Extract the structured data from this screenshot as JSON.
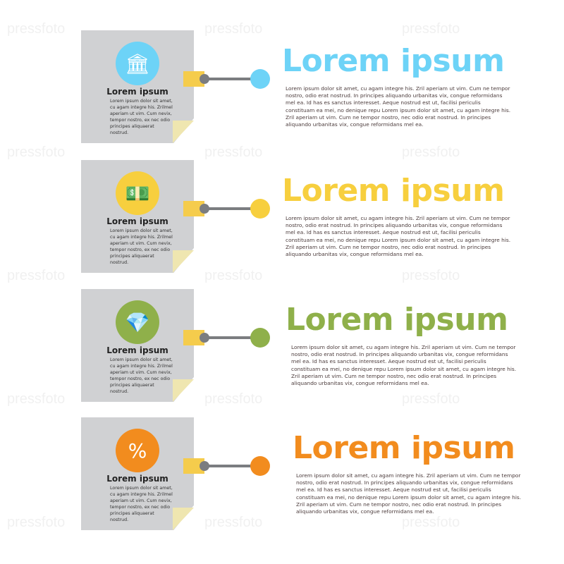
{
  "watermark": "pressfoto",
  "sections": [
    {
      "color": "#6dd3f7",
      "icon": "bank-building-icon",
      "glyph": "🏛",
      "card_title": "Lorem ipsum",
      "card_text": "Lorem ipsum dolor sit amet, cu agam integre his. Zrilmel aperiam ut vim. Cum nevix, tempor nostro, ex nec odio principes aliquaerat nostrud.",
      "title": "Lorem ipsum",
      "text": "Lorem ipsum dolor sit amet, cu agam integre his. Zril aperiam ut vim. Cum ne tempor nostro, odio erat nostrud. In principes aliquando urbanitas vix, congue reformidans mel ea. Id has es sanctus interesset. Aeque nostrud est ut, facilisi periculis constituam ea mei, no denique repu Lorem ipsum dolor sit amet, cu agam integre his. Zril aperiam ut vim. Cum ne tempor nostro, nec odio erat nostrud. In principes aliquando urbanitas vix, congue reformidans mel ea."
    },
    {
      "color": "#f7cf3e",
      "icon": "money-bills-icon",
      "glyph": "💵",
      "card_title": "Lorem ipsum",
      "card_text": "Lorem ipsum dolor sit amet, cu agam integre his. Zrilmel aperiam ut vim. Cum nevix, tempor nostro, ex nec odio principes aliquaerat nostrud.",
      "title": "Lorem ipsum",
      "text": "Lorem ipsum dolor sit amet, cu agam integre his. Zril aperiam ut vim. Cum ne tempor nostro, odio erat nostrud. In principes aliquando urbanitas vix, congue reformidans mel ea. Id has es sanctus interesset. Aeque nostrud est ut, facilisi periculis constituam ea mei, no denique repu Lorem ipsum dolor sit amet, cu agam integre his. Zril aperiam ut vim. Cum ne tempor nostro, nec odio erat nostrud. In principes aliquando urbanitas vix, congue reformidans mel ea."
    },
    {
      "color": "#8fb04a",
      "icon": "diamond-icon",
      "glyph": "💎",
      "card_title": "Lorem ipsum",
      "card_text": "Lorem ipsum dolor sit amet, cu agam integre his. Zrilmel aperiam ut vim. Cum nevix, tempor nostro, ex nec odio principes aliquaerat nostrud.",
      "title": "Lorem ipsum",
      "text": "Lorem ipsum dolor sit amet, cu agam integre his. Zril aperiam ut vim. Cum ne tempor nostro, odio erat nostrud. In principes aliquando urbanitas vix, congue reformidans mel ea. Id has es sanctus interesset. Aeque nostrud est ut, facilisi periculis constituam ea mei, no denique repu Lorem ipsum dolor sit amet, cu agam integre his. Zril aperiam ut vim. Cum ne tempor nostro, nec odio erat nostrud. In principes aliquando urbanitas vix, congue reformidans mel ea."
    },
    {
      "color": "#f28c1e",
      "icon": "percent-icon",
      "glyph": "%",
      "card_title": "Lorem ipsum",
      "card_text": "Lorem ipsum dolor sit amet, cu agam integre his. Zrilmel aperiam ut vim. Cum nevix, tempor nostro, ex nec odio principes aliquaerat nostrud.",
      "title": "Lorem ipsum",
      "text": "Lorem ipsum dolor sit amet, cu agam integre his. Zril aperiam ut vim. Cum ne tempor nostro, odio erat nostrud. In principes aliquando urbanitas vix, congue reformidans mel ea. Id has es sanctus interesset. Aeque nostrud est ut, facilisi periculis constituam ea mei, no denique repu Lorem ipsum dolor sit amet, cu agam integre his. Zril aperiam ut vim. Cum ne tempor nostro, nec odio erat nostrud. In principes aliquando urbanitas vix, congue reformidans mel ea."
    }
  ]
}
